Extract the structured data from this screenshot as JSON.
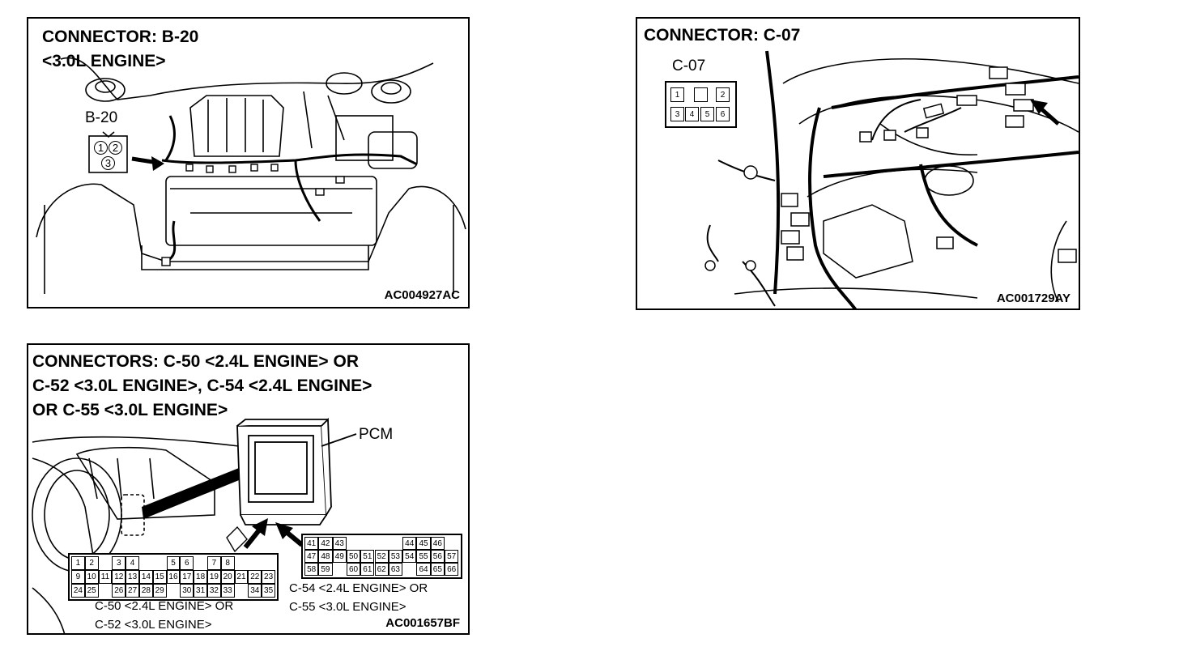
{
  "panel_b20": {
    "title_line1": "CONNECTOR: B-20",
    "title_line2": "<3.0L ENGINE>",
    "connector_label": "B-20",
    "pins": [
      "1",
      "2",
      "3"
    ],
    "figure_code": "AC004927AC"
  },
  "panel_c07": {
    "title": "CONNECTOR: C-07",
    "connector_label": "C-07",
    "pins": [
      "1",
      "",
      "2",
      "3",
      "4",
      "5",
      "6"
    ],
    "figure_code": "AC001729AY"
  },
  "panel_pcm": {
    "title_line1": "CONNECTORS:  C-50 <2.4L ENGINE>  OR",
    "title_line2": "C-52 <3.0L ENGINE>, C-54 <2.4L ENGINE>",
    "title_line3": "OR C-55 <3.0L ENGINE>",
    "pcm_label": "PCM",
    "left_connector_caption_1": "C-50 <2.4L ENGINE> OR",
    "left_connector_caption_2": "C-52 <3.0L ENGINE>",
    "right_connector_caption_1": "C-54 <2.4L ENGINE> OR",
    "right_connector_caption_2": "C-55 <3.0L ENGINE>",
    "figure_code": "AC001657BF",
    "left_pins_row1": [
      "1",
      "2",
      "",
      "3",
      "4",
      "",
      "",
      "5",
      "6",
      "",
      "7",
      "8"
    ],
    "left_pins_row2": [
      "9",
      "10",
      "11",
      "12",
      "13",
      "14",
      "15",
      "16",
      "17",
      "18",
      "19",
      "20",
      "21",
      "22",
      "23"
    ],
    "left_pins_row3": [
      "24",
      "25",
      "",
      "26",
      "27",
      "28",
      "29",
      "",
      "30",
      "31",
      "32",
      "33",
      "",
      "34",
      "35"
    ],
    "right_pins_row1": [
      "41",
      "42",
      "43",
      "",
      "",
      "",
      "",
      "44",
      "45",
      "46"
    ],
    "right_pins_row2": [
      "47",
      "48",
      "49",
      "50",
      "51",
      "52",
      "53",
      "54",
      "55",
      "56",
      "57"
    ],
    "right_pins_row3": [
      "58",
      "59",
      "",
      "60",
      "61",
      "62",
      "63",
      "",
      "64",
      "65",
      "66"
    ]
  }
}
